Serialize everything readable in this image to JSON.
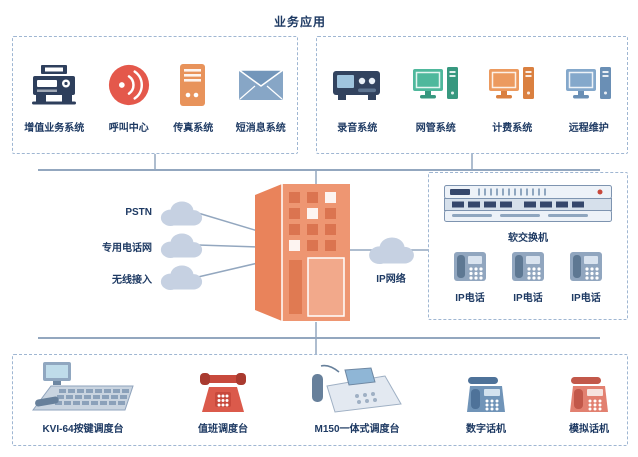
{
  "diagram": {
    "title": "业务应用",
    "colors": {
      "label_navy": "#1E3A63",
      "line_gray": "#93A7BF",
      "dashed_border": "#9FB6D2",
      "cabinet_orange": "#EE9672",
      "call_center_red": "#E4584B",
      "fax_tower_orange": "#E8935B",
      "sms_blue": "#87A6C6",
      "nms_green": "#4FB89C",
      "billing_orange": "#EC9A5F",
      "remote_blue": "#84A8CB",
      "cloud_gray": "#C6D1E2"
    },
    "business_apps_left": [
      {
        "label": "增值业务系统",
        "icon": "fax-machine-icon"
      },
      {
        "label": "呼叫中心",
        "icon": "voice-wave-icon"
      },
      {
        "label": "传真系统",
        "icon": "computer-tower-icon"
      },
      {
        "label": "短消息系统",
        "icon": "envelope-icon"
      }
    ],
    "business_apps_right": [
      {
        "label": "录音系统",
        "icon": "recorder-icon"
      },
      {
        "label": "网管系统",
        "icon": "monitor-green-icon"
      },
      {
        "label": "计费系统",
        "icon": "monitor-orange-icon"
      },
      {
        "label": "远程维护",
        "icon": "monitor-blue-icon"
      }
    ],
    "access_networks": [
      {
        "label": "PSTN",
        "icon": "cloud-icon"
      },
      {
        "label": "专用电话网",
        "icon": "cloud-icon"
      },
      {
        "label": "无线接入",
        "icon": "cloud-icon"
      }
    ],
    "core": {
      "icon": "switch-cabinet-icon"
    },
    "ip_network": {
      "label": "IP网络",
      "icon": "cloud-icon"
    },
    "softswitch_zone": {
      "switch_label": "软交换机",
      "switch_icon": "rack-switch-icon",
      "phones": [
        {
          "label": "IP电话",
          "icon": "ip-phone-icon"
        },
        {
          "label": "IP电话",
          "icon": "ip-phone-icon"
        },
        {
          "label": "IP电话",
          "icon": "ip-phone-icon"
        }
      ]
    },
    "terminals": [
      {
        "label": "KVI-64按键调度台",
        "icon": "dispatch-console-icon"
      },
      {
        "label": "值班调度台",
        "icon": "duty-phone-icon"
      },
      {
        "label": "M150一体式调度台",
        "icon": "integrated-console-icon"
      },
      {
        "label": "数字话机",
        "icon": "digital-phone-icon"
      },
      {
        "label": "模拟话机",
        "icon": "analog-phone-icon"
      }
    ]
  }
}
